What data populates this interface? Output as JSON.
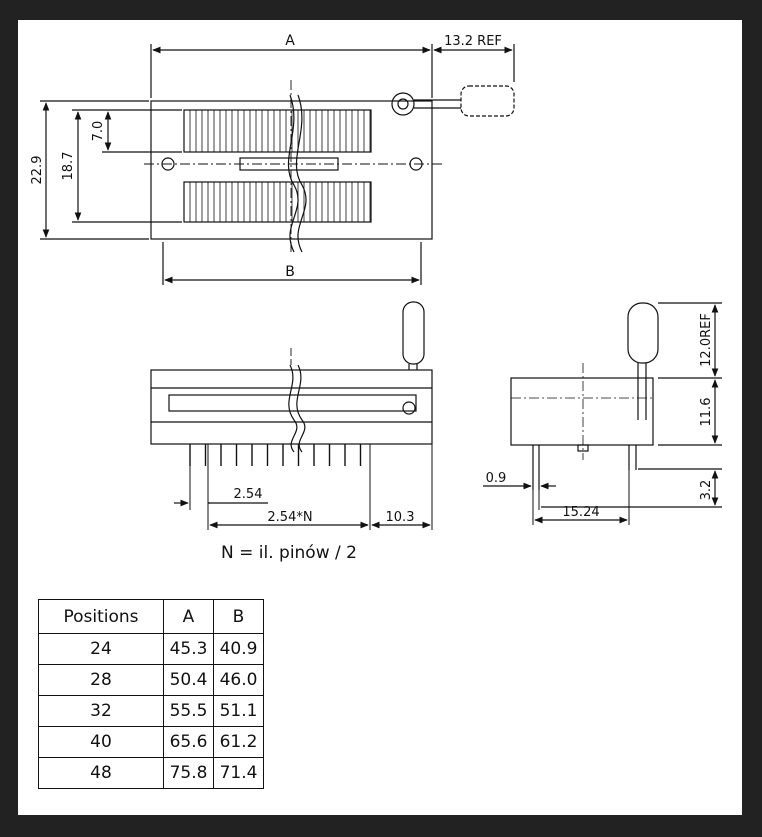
{
  "diagram": {
    "top_view": {
      "dim_A": "A",
      "dim_ref": "13.2  REF",
      "dim_height": "22.9",
      "dim_inner": "18.7",
      "dim_slot": "7.0",
      "dim_B": "B"
    },
    "front_view": {
      "pitch": "2.54",
      "span": "2.54*N",
      "end": "10.3"
    },
    "side_view": {
      "lever_ref": "12.0REF",
      "body_height": "11.6",
      "pin_width": "0.9",
      "row_spacing": "15.24",
      "pin_length": "3.2"
    },
    "caption": "N = il. pinów / 2"
  },
  "table": {
    "headers": [
      "Positions",
      "A",
      "B"
    ],
    "rows": [
      [
        "24",
        "45.3",
        "40.9"
      ],
      [
        "28",
        "50.4",
        "46.0"
      ],
      [
        "32",
        "55.5",
        "51.1"
      ],
      [
        "40",
        "65.6",
        "61.2"
      ],
      [
        "48",
        "75.8",
        "71.4"
      ]
    ]
  }
}
